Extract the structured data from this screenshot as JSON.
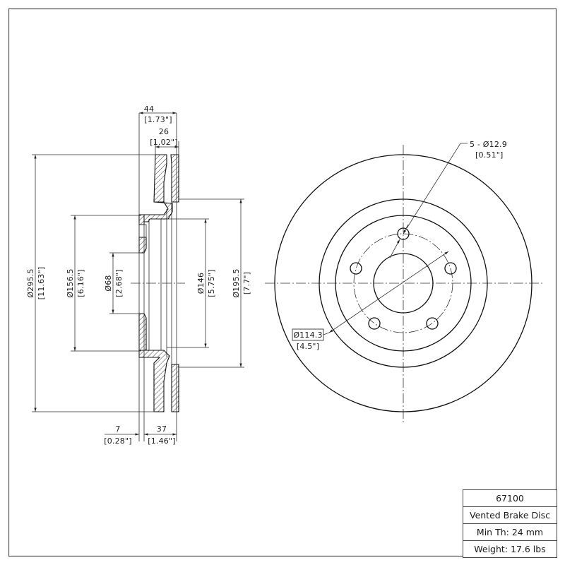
{
  "title_block": {
    "part_number": "67100",
    "description": "Vented Brake Disc",
    "min_thickness": "Min Th: 24 mm",
    "weight": "Weight: 17.6 lbs"
  },
  "section_view": {
    "dims": {
      "overall_width": {
        "mm": "44",
        "in": "[1.73\"]"
      },
      "rotor_width": {
        "mm": "26",
        "in": "[1.02\"]"
      },
      "outer_diameter": {
        "mm": "Ø295.5",
        "in": "[11.63\"]"
      },
      "hat_diameter": {
        "mm": "Ø156.5",
        "in": "[6.16\"]"
      },
      "center_bore": {
        "mm": "Ø68",
        "in": "[2.68\"]"
      },
      "inner_rotor_diameter": {
        "mm": "Ø146",
        "in": "[5.75\"]"
      },
      "vane_diameter": {
        "mm": "Ø195.5",
        "in": "[7.7\"]"
      },
      "hat_thickness": {
        "mm": "7",
        "in": "[0.28\"]"
      },
      "hat_height": {
        "mm": "37",
        "in": "[1.46\"]"
      }
    }
  },
  "front_view": {
    "bolt_holes": {
      "label": "5 - Ø12.9",
      "in": "[0.51\"]",
      "count": 5
    },
    "bolt_circle": {
      "mm": "Ø114.3",
      "in": "[4.5\"]"
    }
  },
  "colors": {
    "line": "#111111",
    "frame": "#555555",
    "background": "#ffffff"
  }
}
